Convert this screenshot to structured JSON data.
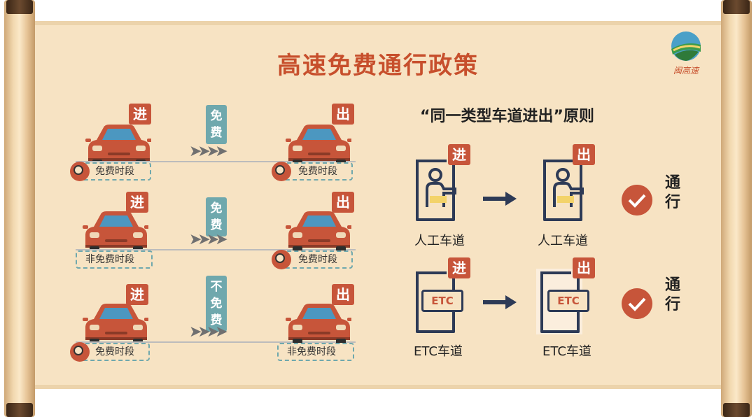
{
  "title": "高速免费通行政策",
  "logo": {
    "text": "闽高速"
  },
  "scenarios": [
    {
      "enter_label": "进",
      "exit_label": "出",
      "enter_period": "免费时段",
      "exit_period": "免费时段",
      "result": [
        "免",
        "费"
      ]
    },
    {
      "enter_label": "进",
      "exit_label": "出",
      "enter_period": "非免费时段",
      "exit_period": "免费时段",
      "result": [
        "免",
        "费"
      ]
    },
    {
      "enter_label": "进",
      "exit_label": "出",
      "enter_period": "免费时段",
      "exit_period": "非免费时段",
      "result": [
        "不",
        "免",
        "费"
      ]
    }
  ],
  "principle": {
    "title": "“同一类型车道进出”原则",
    "rows": [
      {
        "enter_label": "进",
        "exit_label": "出",
        "enter_lane": "人工车道",
        "exit_lane": "人工车道",
        "result": [
          "通",
          "行"
        ]
      },
      {
        "enter_label": "进",
        "exit_label": "出",
        "enter_lane": "ETC车道",
        "exit_lane": "ETC车道",
        "etc_text": "ETC",
        "result": [
          "通",
          "行"
        ]
      }
    ]
  },
  "colors": {
    "accent": "#c7553a",
    "teal": "#6fa8ad",
    "navy": "#2d3a56",
    "paper": "#f7e3c3"
  }
}
